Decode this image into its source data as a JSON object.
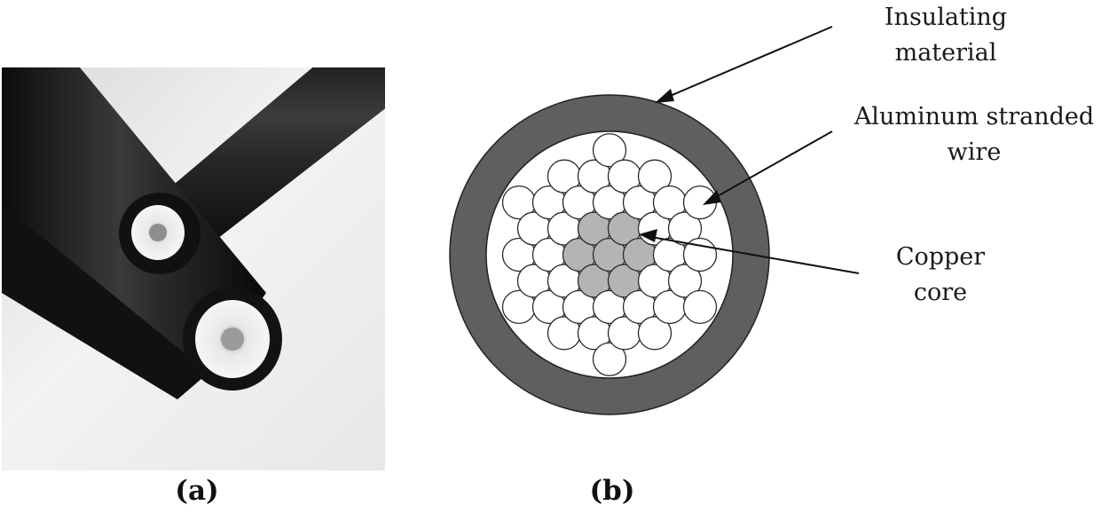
{
  "panel_a": {
    "caption": "(a)"
  },
  "panel_b": {
    "caption": "(b)",
    "labels": {
      "insulating_line1": "Insulating",
      "insulating_line2": "material",
      "aluminum_line1": "Aluminum stranded",
      "aluminum_line2": "wire",
      "copper_line1": "Copper",
      "copper_line2": "core"
    }
  },
  "colors": {
    "insulation": "#5f5f61",
    "copper_strand": "#b4b4b6",
    "aluminum_strand": "#ffffff",
    "cable_jacket": "#141414",
    "strand_outline": "#2a2a2a"
  }
}
